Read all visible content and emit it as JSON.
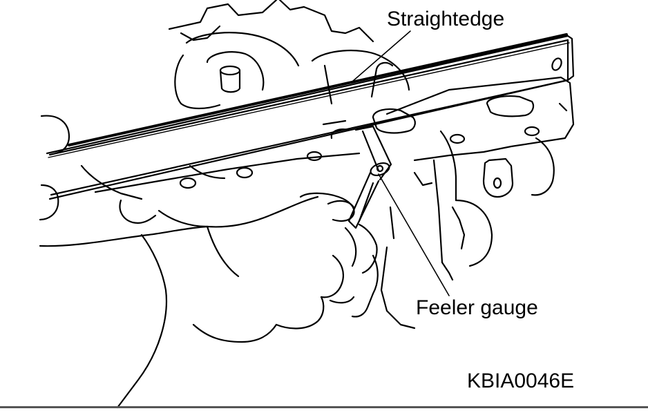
{
  "labels": {
    "straightedge": "Straightedge",
    "feeler_gauge": "Feeler gauge",
    "figure_code": "KBIA0046E"
  },
  "colors": {
    "line": "#000000",
    "background": "#ffffff",
    "rule": "#555555"
  }
}
